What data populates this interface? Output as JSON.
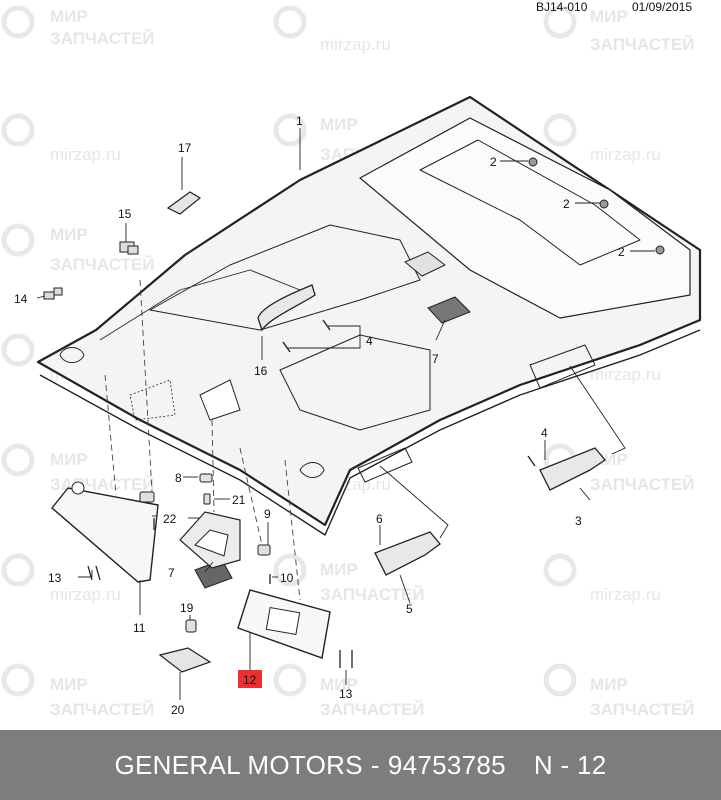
{
  "header": {
    "drawing_code": "BJ14-010",
    "date": "01/09/2015"
  },
  "callouts": {
    "c1": "1",
    "c2a": "2",
    "c2b": "2",
    "c2c": "2",
    "c3": "3",
    "c4a": "4",
    "c4b": "4",
    "c5": "5",
    "c6": "6",
    "c7a": "7",
    "c7b": "7",
    "c8": "8",
    "c9": "9",
    "c10": "10",
    "c11": "11",
    "c12": "12",
    "c13a": "13",
    "c13b": "13",
    "c14": "14",
    "c15": "15",
    "c16": "16",
    "c17": "17",
    "c19": "19",
    "c20": "20",
    "c21": "21",
    "c22": "22"
  },
  "watermark": {
    "line1": "МИР",
    "line2": "ЗАПЧАСТЕЙ",
    "url": "mirzap.ru"
  },
  "footer": {
    "brand": "GENERAL MOTORS",
    "separator": "-",
    "part_number": "94753785",
    "page": "N - 12"
  },
  "colors": {
    "highlight": "#e8302e",
    "footer_bg": "#7d7d7d",
    "watermark": "#e6e6e6"
  }
}
